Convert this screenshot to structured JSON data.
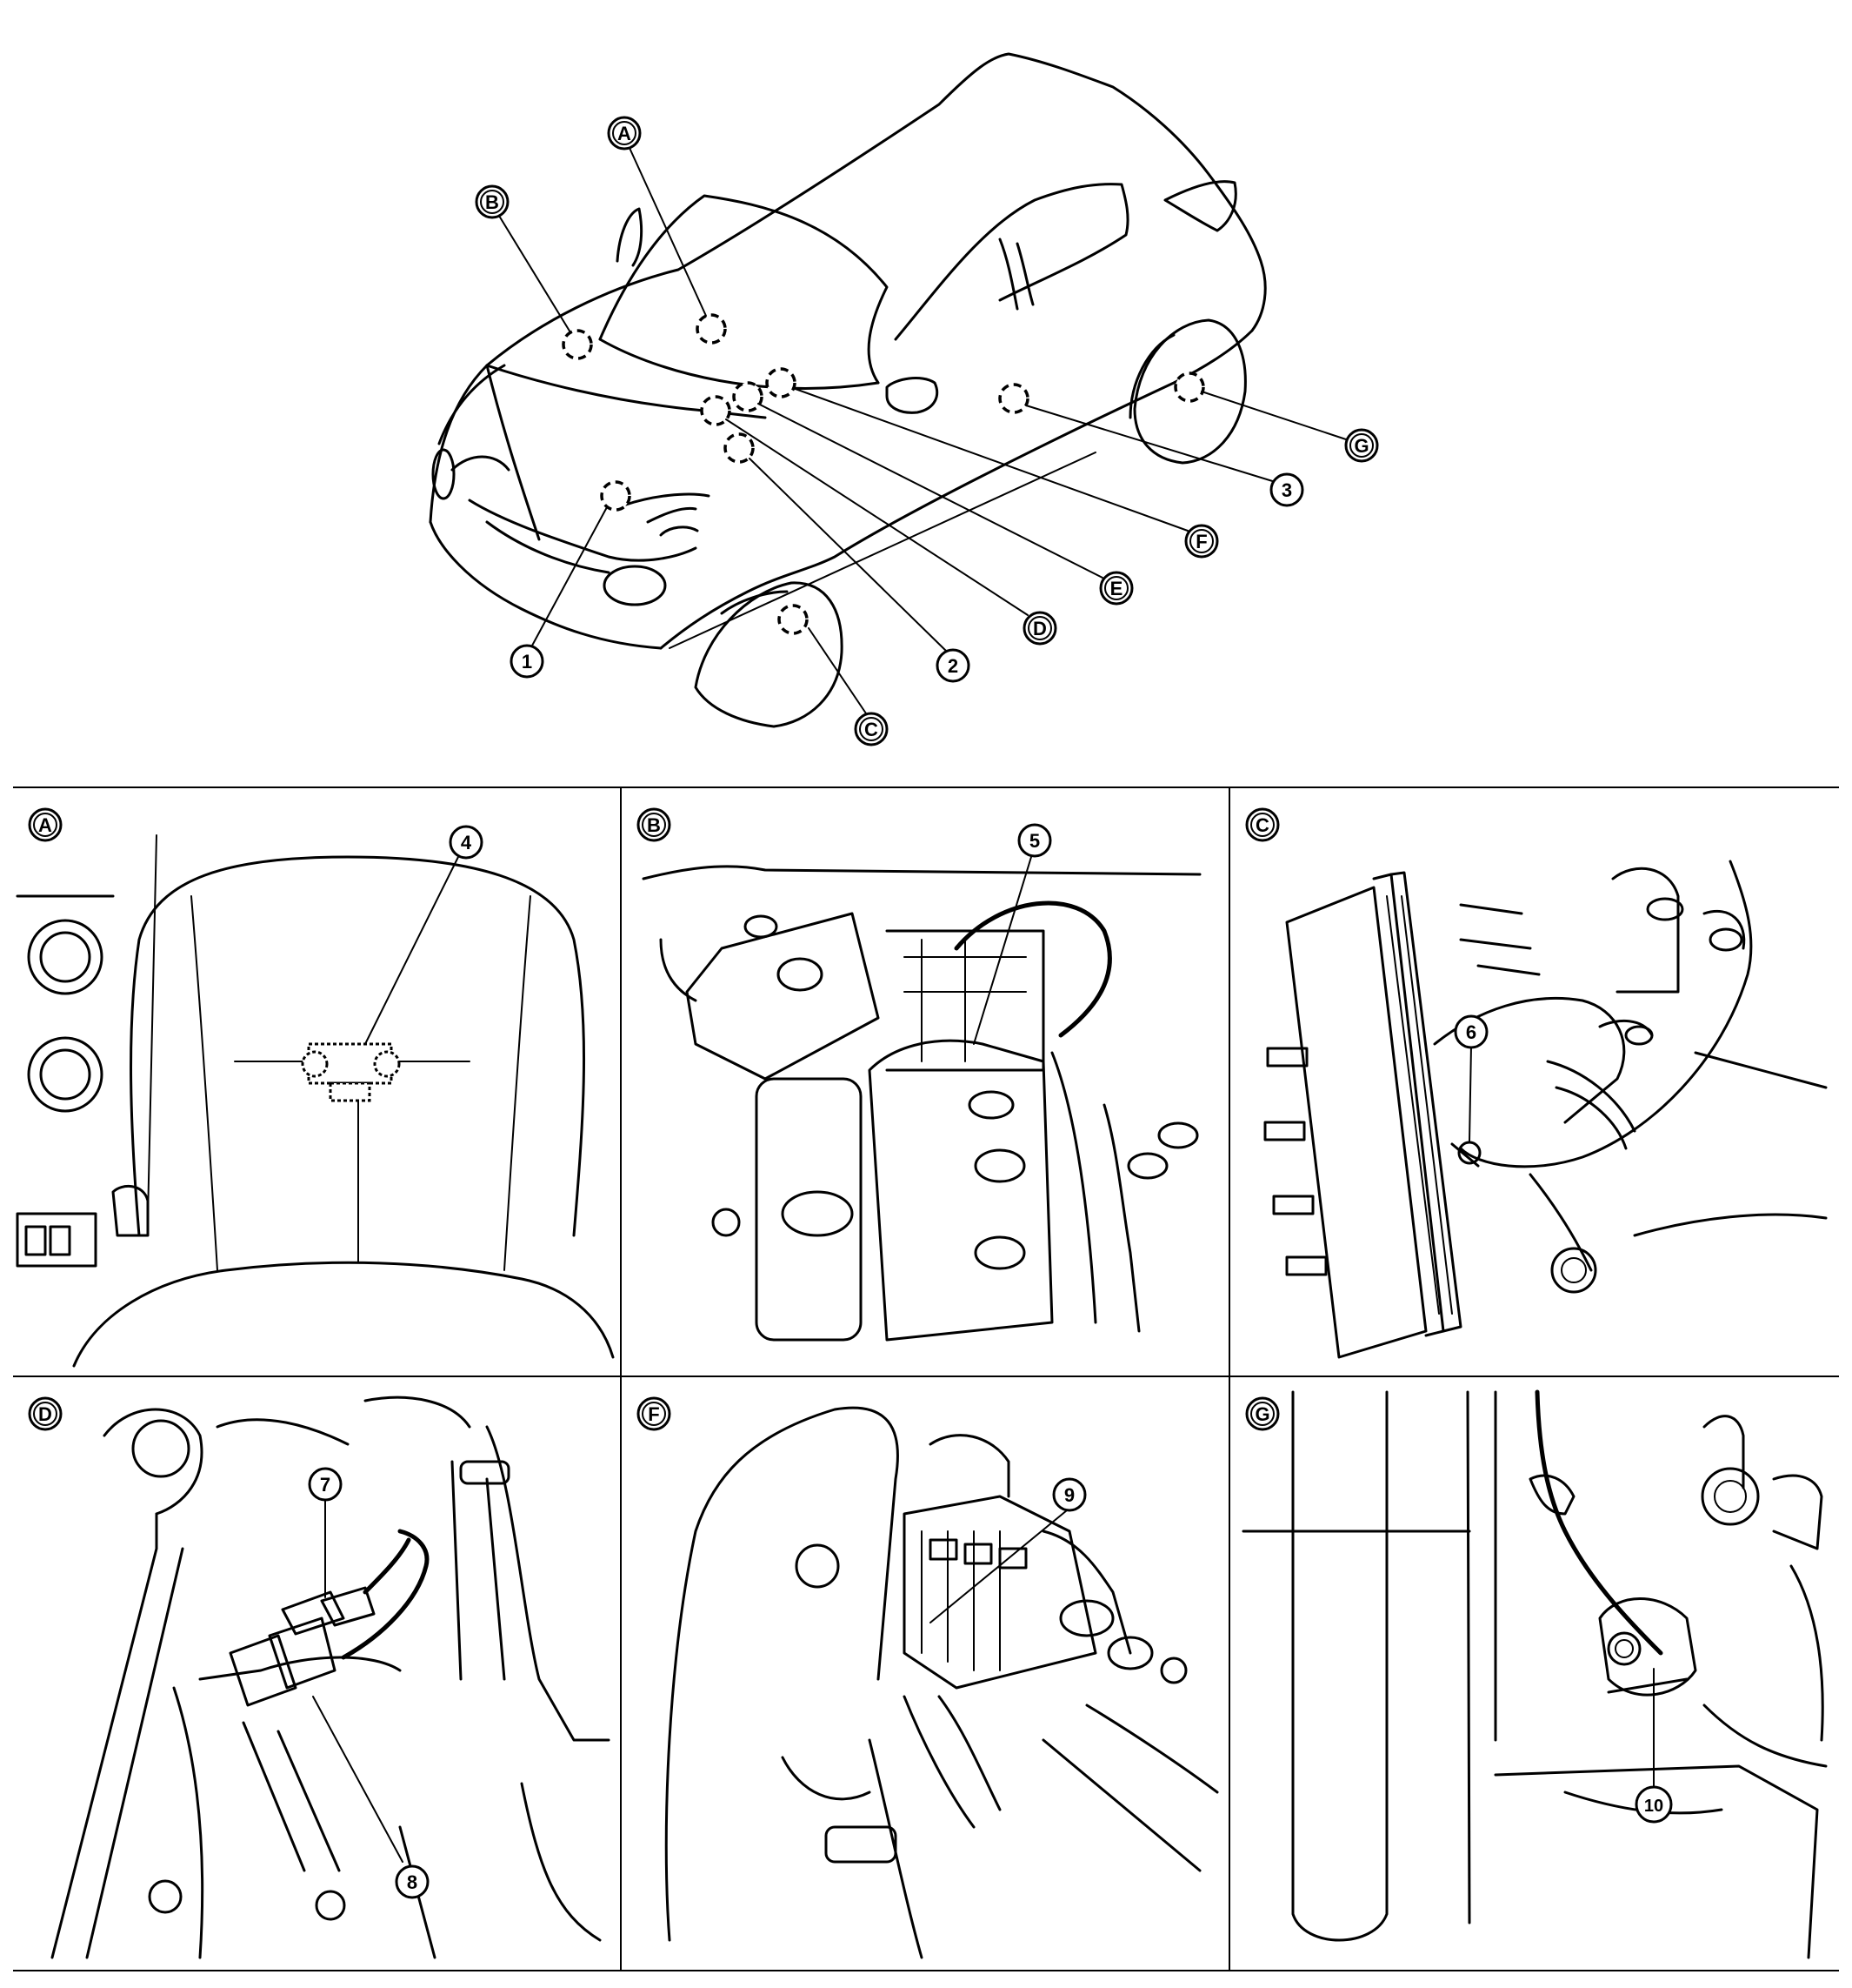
{
  "labels": {
    "A": "A",
    "B": "B",
    "C": "C",
    "D": "D",
    "E": "E",
    "F": "F",
    "G": "G",
    "n1": "1",
    "n2": "2",
    "n3": "3",
    "n4": "4",
    "n5": "5",
    "n6": "6",
    "n7": "7",
    "n8": "8",
    "n9": "9",
    "n10": "10"
  },
  "panels": [
    {
      "id": "A",
      "title": "A"
    },
    {
      "id": "B",
      "title": "B"
    },
    {
      "id": "C",
      "title": "C"
    },
    {
      "id": "D",
      "title": "D"
    },
    {
      "id": "F",
      "title": "F"
    },
    {
      "id": "G",
      "title": "G"
    }
  ]
}
